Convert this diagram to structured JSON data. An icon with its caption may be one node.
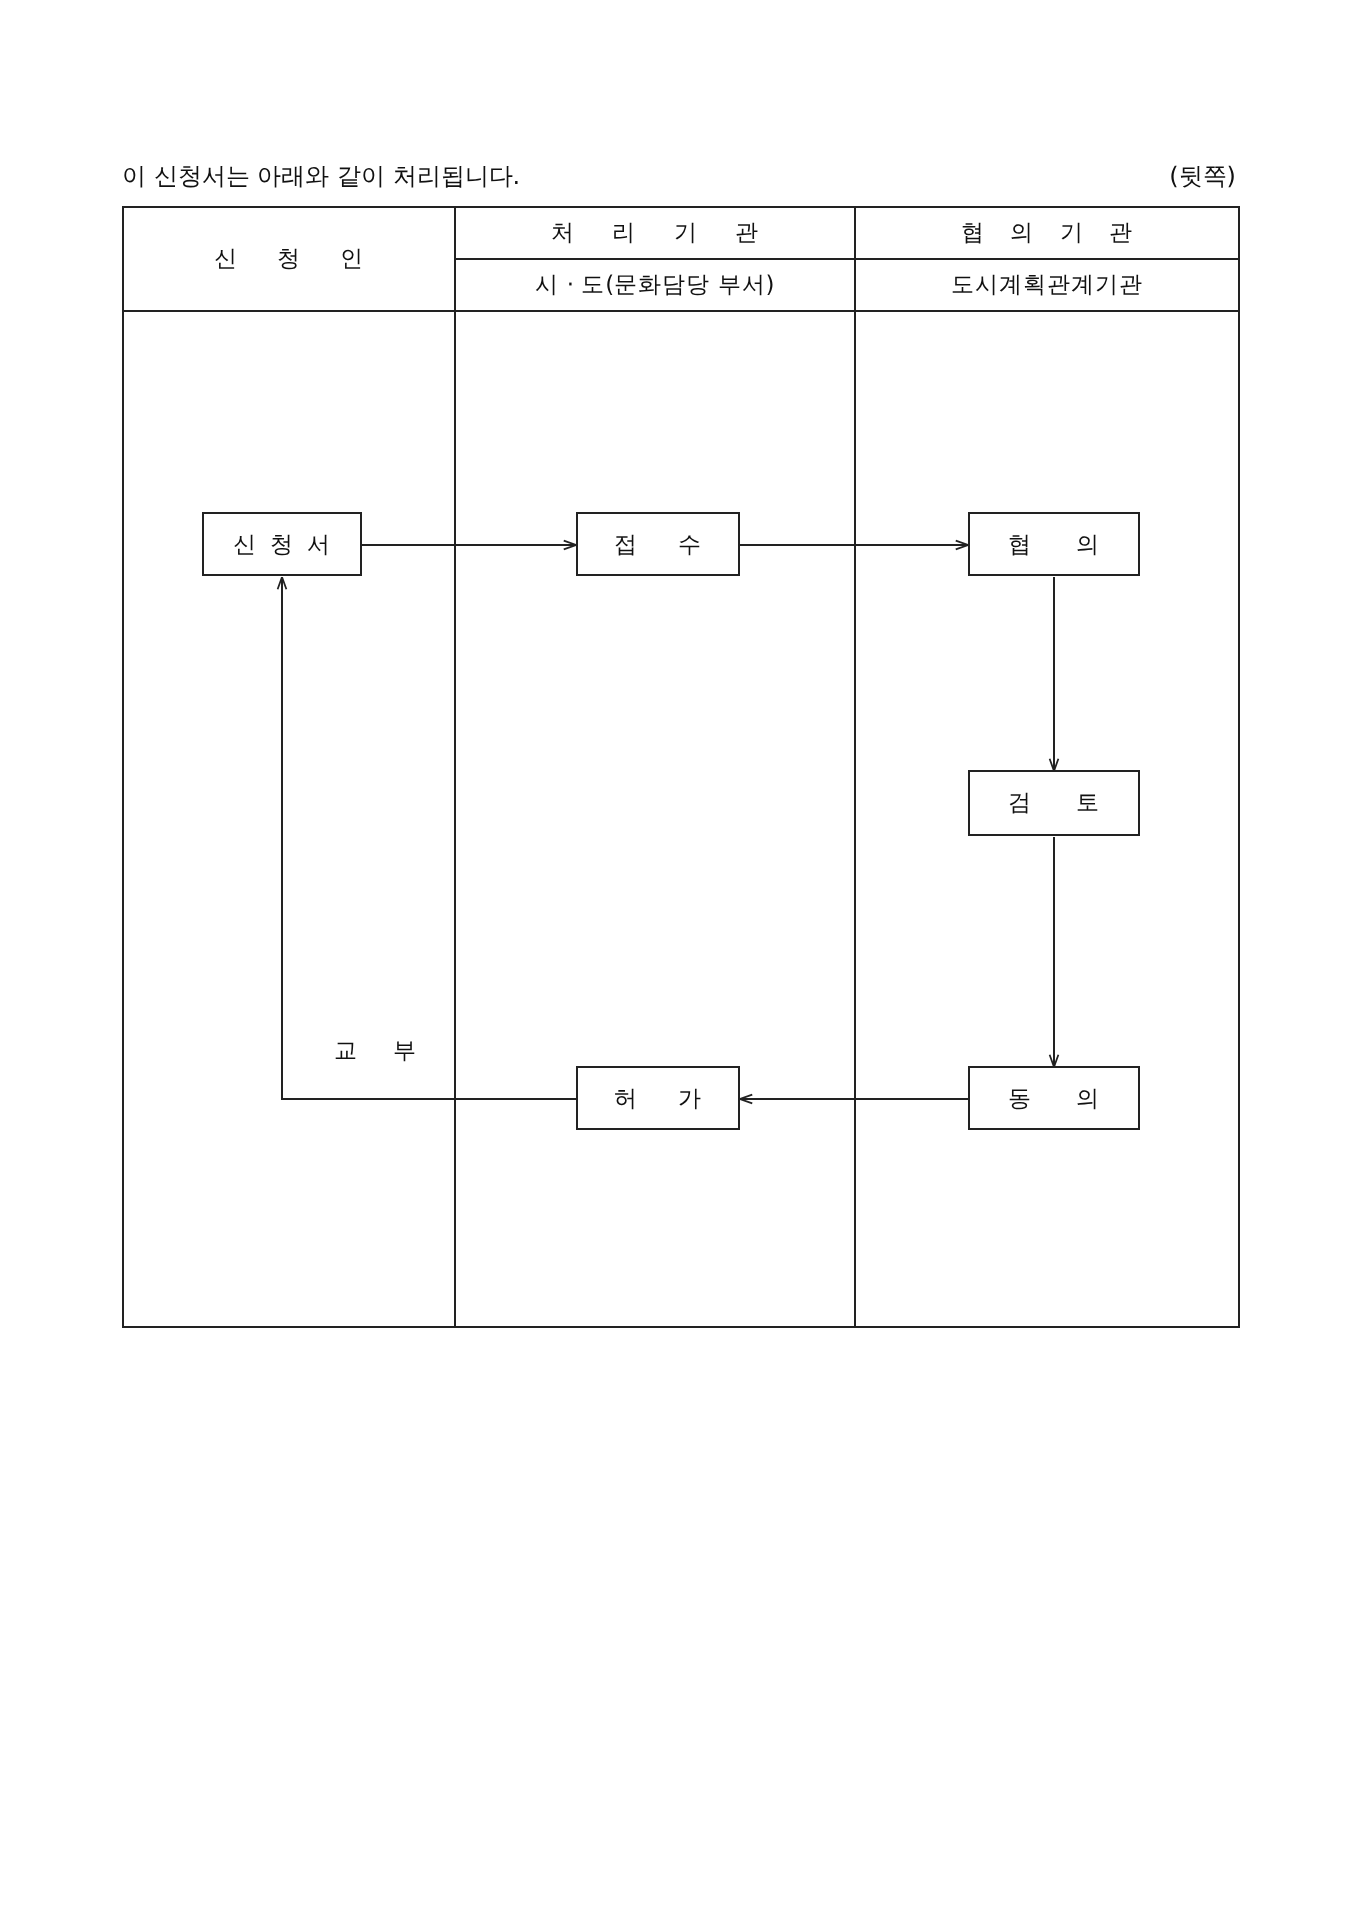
{
  "diagram": {
    "title": "이 신청서는 아래와 같이 처리됩니다.",
    "nodes": [
      {
        "text": [
          "신 청 인"
        ]
      },
      {
        "text": [
          "신 청 서"
        ],
        "in": 0
      },
      {
        "text": [
          "처 리 기 관",
          "시 · 도(문화담당 부서)"
        ]
      },
      {
        "text": [
          "접 수"
        ],
        "in": 2
      },
      {
        "text": [
          "허 가"
        ],
        "in": 2
      },
      {
        "text": [
          "협 의 기 관",
          "도시계획관계기관"
        ]
      },
      {
        "text": [
          "협 의"
        ],
        "in": 5
      },
      {
        "text": [
          "검 토"
        ],
        "in": 5
      },
      {
        "text": [
          "동 의"
        ],
        "in": 5
      }
    ],
    "edges": [
      {
        "from": 1,
        "to": 3,
        "arrow": "to"
      },
      {
        "from": 3,
        "to": 6,
        "arrow": "to"
      },
      {
        "from": 6,
        "to": 7,
        "arrow": "to"
      },
      {
        "from": 7,
        "to": 8,
        "arrow": "to"
      },
      {
        "from": 8,
        "to": 4,
        "arrow": "to"
      },
      {
        "from": 4,
        "to": 1,
        "arrow": "to",
        "label": "교 부"
      }
    ],
    "labels": [
      "(뒷쪽)"
    ]
  }
}
